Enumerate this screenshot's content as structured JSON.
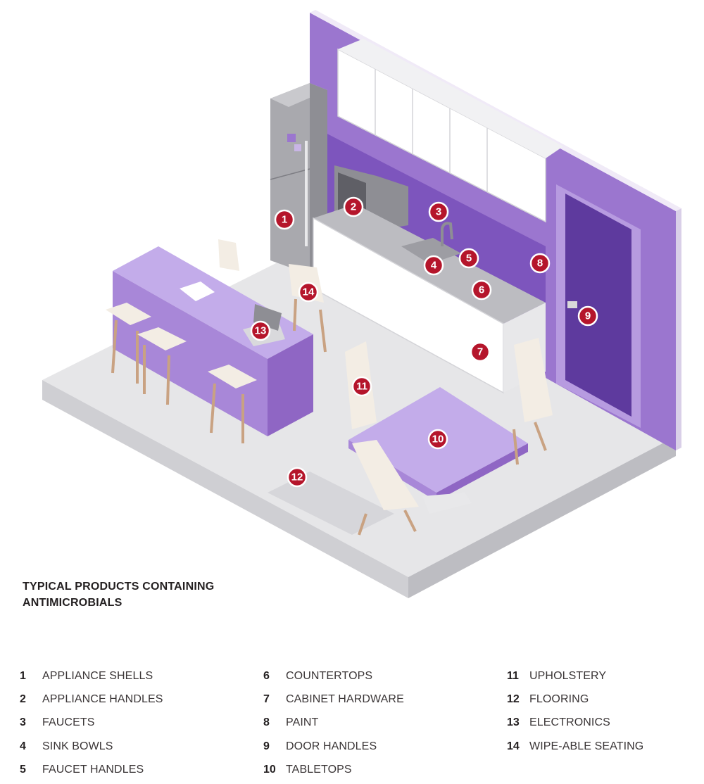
{
  "heading": {
    "line1": "TYPICAL PRODUCTS CONTAINING",
    "line2": "ANTIMICROBIALS"
  },
  "markers": [
    "1",
    "2",
    "3",
    "4",
    "5",
    "6",
    "7",
    "8",
    "9",
    "10",
    "11",
    "12",
    "13",
    "14"
  ],
  "legend": [
    {
      "num": "1",
      "label": "APPLIANCE SHELLS"
    },
    {
      "num": "2",
      "label": "APPLIANCE HANDLES"
    },
    {
      "num": "3",
      "label": "FAUCETS"
    },
    {
      "num": "4",
      "label": "SINK BOWLS"
    },
    {
      "num": "5",
      "label": "FAUCET HANDLES"
    },
    {
      "num": "6",
      "label": "COUNTERTOPS"
    },
    {
      "num": "7",
      "label": "CABINET HARDWARE"
    },
    {
      "num": "8",
      "label": "PAINT"
    },
    {
      "num": "9",
      "label": "DOOR HANDLES"
    },
    {
      "num": "10",
      "label": "TABLETOPS"
    },
    {
      "num": "11",
      "label": "UPHOLSTERY"
    },
    {
      "num": "12",
      "label": "FLOORING"
    },
    {
      "num": "13",
      "label": "ELECTRONICS"
    },
    {
      "num": "14",
      "label": "WIPE-ABLE SEATING"
    }
  ],
  "colors": {
    "accent_purple": "#8f66c4",
    "door_purple": "#6a44a8",
    "marker_red": "#b5152b",
    "floor": "#e6e6e8"
  }
}
